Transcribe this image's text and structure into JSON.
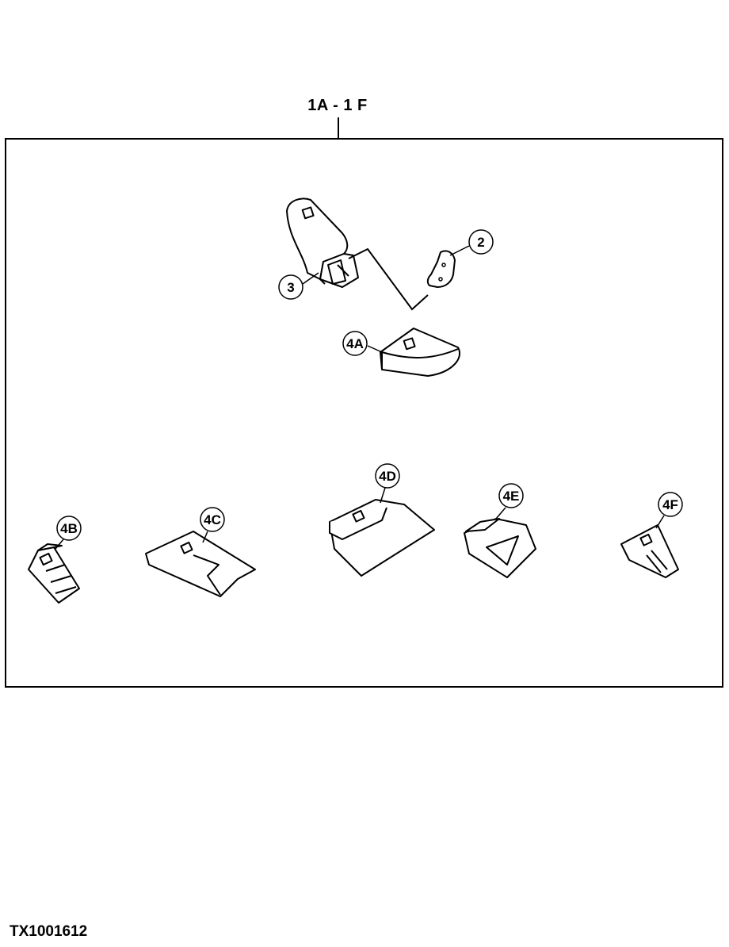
{
  "title": "1A - 1 F",
  "figure_id": "TX1001612",
  "callouts": {
    "c2": "2",
    "c3": "3",
    "c4a": "4A",
    "c4b": "4B",
    "c4c": "4C",
    "c4d": "4D",
    "c4e": "4E",
    "c4f": "4F"
  }
}
